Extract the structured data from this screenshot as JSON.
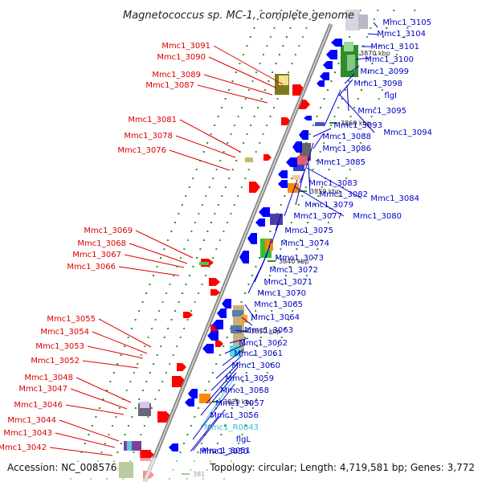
{
  "title": "Magnetococcus sp. MC-1, complete genome",
  "accession_text": "Accession: NC_008576",
  "summary_text": "Topology: circular; Length: 4,719,581 bp; Genes: 3,772",
  "colors": {
    "forward_label": "#dd0000",
    "reverse_label": "#0000cc",
    "rna_label": "#33bbdd",
    "axis": "#888888",
    "forward_gene": "#ff0000",
    "reverse_gene": "#0000ff"
  },
  "kbp_ticks": [
    "3870 kbp",
    "3860 kbp",
    "3850 kbp",
    "3840 kbp",
    "3830 kbp",
    "3820 kbp",
    "381"
  ],
  "forward_genes": [
    {
      "label": "Mmc1_3091"
    },
    {
      "label": "Mmc1_3090"
    },
    {
      "label": "Mmc1_3089"
    },
    {
      "label": "Mmc1_3087"
    },
    {
      "label": "Mmc1_3081"
    },
    {
      "label": "Mmc1_3078"
    },
    {
      "label": "Mmc1_3076"
    },
    {
      "label": "Mmc1_3069"
    },
    {
      "label": "Mmc1_3068"
    },
    {
      "label": "Mmc1_3067"
    },
    {
      "label": "Mmc1_3066"
    },
    {
      "label": "Mmc1_3055"
    },
    {
      "label": "Mmc1_3054"
    },
    {
      "label": "Mmc1_3053"
    },
    {
      "label": "Mmc1_3052"
    },
    {
      "label": "Mmc1_3048"
    },
    {
      "label": "Mmc1_3047"
    },
    {
      "label": "Mmc1_3046"
    },
    {
      "label": "Mmc1_3044"
    },
    {
      "label": "Mmc1_3043"
    },
    {
      "label": "Mmc1_3042"
    }
  ],
  "reverse_genes": [
    {
      "label": "Mmc1_3105"
    },
    {
      "label": "Mmc1_3104"
    },
    {
      "label": "Mmc1_3101"
    },
    {
      "label": "Mmc1_3100"
    },
    {
      "label": "Mmc1_3099"
    },
    {
      "label": "Mmc1_3098"
    },
    {
      "label": "flgI"
    },
    {
      "label": "Mmc1_3095"
    },
    {
      "label": "Mmc1_3093"
    },
    {
      "label": "Mmc1_3094"
    },
    {
      "label": "Mmc1_3088"
    },
    {
      "label": "Mmc1_3086"
    },
    {
      "label": "Mmc1_3085"
    },
    {
      "label": "Mmc1_3083"
    },
    {
      "label": "Mmc1_3082"
    },
    {
      "label": "Mmc1_3084"
    },
    {
      "label": "Mmc1_3079"
    },
    {
      "label": "Mmc1_3077"
    },
    {
      "label": "Mmc1_3080"
    },
    {
      "label": "Mmc1_3075"
    },
    {
      "label": "Mmc1_3074"
    },
    {
      "label": "Mmc1_3073"
    },
    {
      "label": "Mmc1_3072"
    },
    {
      "label": "Mmc1_3071"
    },
    {
      "label": "Mmc1_3070"
    },
    {
      "label": "Mmc1_3065"
    },
    {
      "label": "Mmc1_3064"
    },
    {
      "label": "Mmc1_3063"
    },
    {
      "label": "Mmc1_3062"
    },
    {
      "label": "Mmc1_3061"
    },
    {
      "label": "Mmc1_3060"
    },
    {
      "label": "Mmc1_3059"
    },
    {
      "label": "Mmc1_3058"
    },
    {
      "label": "Mmc1_3057"
    },
    {
      "label": "Mmc1_3056"
    },
    {
      "label": "Mmc1_R0043",
      "rna": true
    },
    {
      "label": "flgL"
    },
    {
      "label": "Mmc1_3051"
    },
    {
      "label": "Mmc1_3050"
    }
  ]
}
